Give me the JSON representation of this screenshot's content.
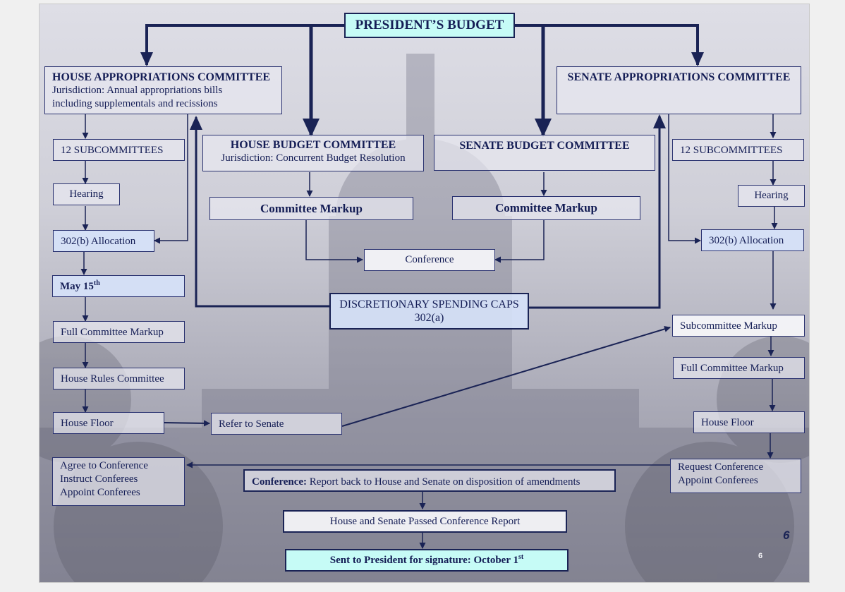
{
  "president_budget": "PRESIDENT’S BUDGET",
  "house_approps": {
    "title": "HOUSE APPROPRIATIONS COMMITTEE",
    "line1": "Jurisdiction: Annual appropriations bills",
    "line2": "including supplementals and recissions"
  },
  "senate_approps": {
    "title": "SENATE APPROPRIATIONS COMMITTEE"
  },
  "house_budget": {
    "title": "HOUSE BUDGET COMMITTEE",
    "line1": "Jurisdiction: Concurrent Budget Resolution"
  },
  "senate_budget": {
    "title": "SENATE BUDGET COMMITTEE"
  },
  "house_markup": "Committee Markup",
  "senate_markup": "Committee Markup",
  "conference": "Conference",
  "caps": {
    "line1": "DISCRETIONARY SPENDING CAPS",
    "line2": "302(a)"
  },
  "house_steps": {
    "subcommittees": "12 SUBCOMMITTEES",
    "hearing": "Hearing",
    "allocation": "302(b) Allocation",
    "may15": "May 15",
    "may15_sup": "th",
    "full_markup": "Full Committee Markup",
    "rules": "House Rules Committee",
    "floor": "House Floor",
    "refer": "Refer to Senate"
  },
  "senate_steps": {
    "subcommittees": "12 SUBCOMMITTEES",
    "hearing": "Hearing",
    "allocation": "302(b) Allocation",
    "sub_markup": "Subcommittee Markup",
    "full_markup": "Full Committee Markup",
    "floor": "House Floor",
    "request_line1": "Request Conference",
    "request_line2": "Appoint Conferees"
  },
  "agree": {
    "line1": "Agree to Conference",
    "line2": "Instruct Conferees",
    "line3": "Appoint Conferees"
  },
  "conf_report": {
    "label": "Conference:",
    "text": " Report back to House and Senate on disposition of amendments"
  },
  "passed": "House and Senate Passed Conference Report",
  "sent": {
    "text": "Sent to President for signature: October 1",
    "sup": "st"
  },
  "page_number": "6",
  "page_number_small": "6"
}
